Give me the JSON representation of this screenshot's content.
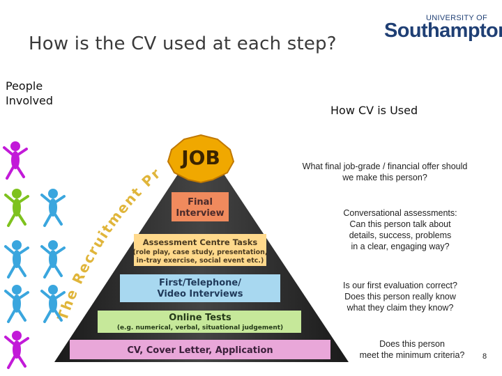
{
  "title": "How is the CV used at each step?",
  "logo": {
    "line1": "UNIVERSITY OF",
    "line2": "Southampton"
  },
  "people_label": {
    "line1": "People",
    "line2": "Involved"
  },
  "how_used_label": "How CV is Used",
  "pyramid": {
    "top_label": "JOB",
    "arc_text": "The Recruitment Process",
    "tiers": [
      {
        "title": "Final",
        "title2": "Interview",
        "subtitle": "",
        "color": "#f08a5d"
      },
      {
        "title": "Assessment Centre Tasks",
        "subtitle": "(role play, case study, presentation,",
        "subtitle2": "in-tray exercise, social event etc.)",
        "color": "#ffd98c"
      },
      {
        "title": "First/Telephone/",
        "title2": "Video Interviews",
        "subtitle": "",
        "color": "#a8d8f0"
      },
      {
        "title": "Online Tests",
        "subtitle": "(e.g. numerical, verbal, situational judgement)",
        "color": "#c6e89a"
      },
      {
        "title": "CV, Cover Letter, Application",
        "subtitle": "",
        "color": "#e9a7d9"
      }
    ]
  },
  "questions": [
    {
      "line1": "What final job-grade / financial offer should",
      "line2": "we make this person?"
    },
    {
      "line1": "Conversational assessments:",
      "line2": "Can this person talk about",
      "line3": "details, success, problems",
      "line4": "in a clear, engaging way?"
    },
    {
      "line1": "Is our first evaluation correct?",
      "line2": "Does this person really know",
      "line3": "what they claim they know?"
    },
    {
      "line1": "Does this person",
      "line2": "meet the minimum criteria?"
    }
  ],
  "page_number": "8",
  "figures": [
    {
      "color": "#c21ad8"
    },
    {
      "color": "#7ec21e"
    },
    {
      "color": "#3aa6de"
    },
    {
      "color": "#3aa6de"
    },
    {
      "color": "#3aa6de"
    },
    {
      "color": "#3aa6de"
    },
    {
      "color": "#3aa6de"
    },
    {
      "color": "#c21ad8"
    },
    {
      "color": "#c21ad8"
    }
  ]
}
